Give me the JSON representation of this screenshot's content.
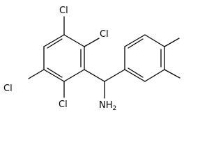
{
  "molecule": {
    "atoms": {
      "cl_top": "Cl",
      "cl_upper_right": "Cl",
      "cl_left": "Cl",
      "cl_bottom": "Cl",
      "amine": "NH",
      "amine_subscript": "2"
    }
  },
  "colors": {
    "bond": "#000000",
    "label": "#000000",
    "background": "#ffffff"
  }
}
